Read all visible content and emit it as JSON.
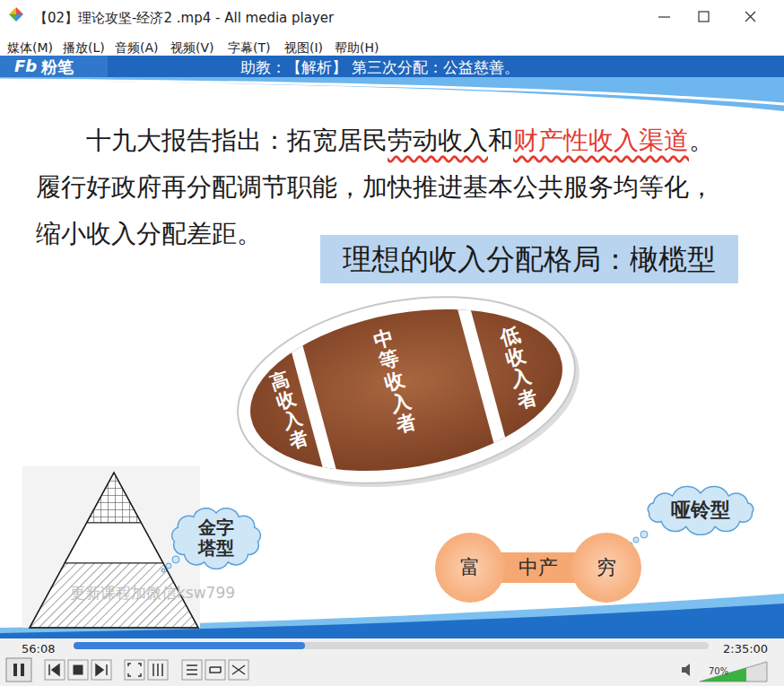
{
  "diagram": {
    "title": "【02】理论攻坚-经济2 .mp4 - All media player",
    "nodes": [
      {
        "text": [
          "理想的收入分配格局：橄榄型"
        ]
      },
      {
        "text": [
          "高收入者"
        ]
      },
      {
        "text": [
          "中等收入者"
        ]
      },
      {
        "text": [
          "低收入者"
        ]
      },
      {
        "text": [
          "金字塔型"
        ]
      },
      {
        "text": [
          "哑铃型"
        ]
      },
      {
        "text": [
          "富"
        ]
      },
      {
        "text": [
          "中产"
        ]
      },
      {
        "text": [
          "穷"
        ]
      }
    ],
    "labels": [
      "媒体(M)",
      "播放(L)",
      "音频(A)",
      "视频(V)",
      "字幕(T)",
      "视图(I)",
      "帮助(H)",
      "Fb",
      "粉笔",
      "助教：【解析】 第三次分配：公益慈善。",
      "十九大报告指出：拓宽居民",
      "劳动收入",
      "和",
      "财产性收入渠道",
      "。",
      "履行好政府再分配调节职能，加快推进基本公共服务均等化，缩小收入分配差距。",
      "更新课程加微信ksw799",
      "56:08",
      "2:35:00",
      "70%"
    ]
  }
}
